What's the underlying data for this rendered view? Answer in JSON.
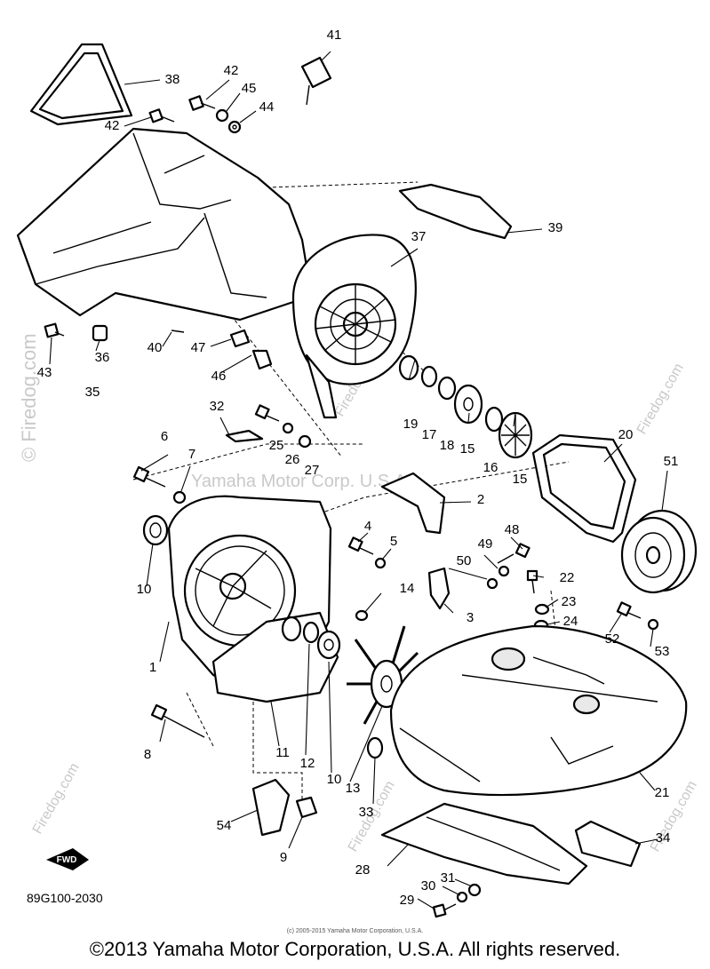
{
  "diagram": {
    "drawing_code": "89G100-2030",
    "fwd_label": "FWD",
    "fine_print": "(c) 2005-2015 Yamaha Motor Corporation, U.S.A.",
    "copyright": "©2013 Yamaha Motor Corporation, U.S.A. All rights reserved.",
    "watermarks": {
      "firedog": "© Firedog.com",
      "firedog_short": "Firedog.com",
      "yamaha": "Yamaha Motor Corp. U.S.A."
    },
    "callouts": [
      "1",
      "2",
      "3",
      "4",
      "5",
      "6",
      "7",
      "8",
      "9",
      "10",
      "10",
      "10",
      "11",
      "12",
      "13",
      "14",
      "15",
      "15",
      "16",
      "17",
      "18",
      "19",
      "20",
      "21",
      "22",
      "23",
      "24",
      "25",
      "26",
      "27",
      "28",
      "29",
      "30",
      "31",
      "32",
      "33",
      "34",
      "35",
      "36",
      "37",
      "38",
      "39",
      "40",
      "41",
      "42",
      "42",
      "43",
      "44",
      "45",
      "46",
      "47",
      "48",
      "49",
      "50",
      "51",
      "52",
      "53",
      "54"
    ]
  }
}
